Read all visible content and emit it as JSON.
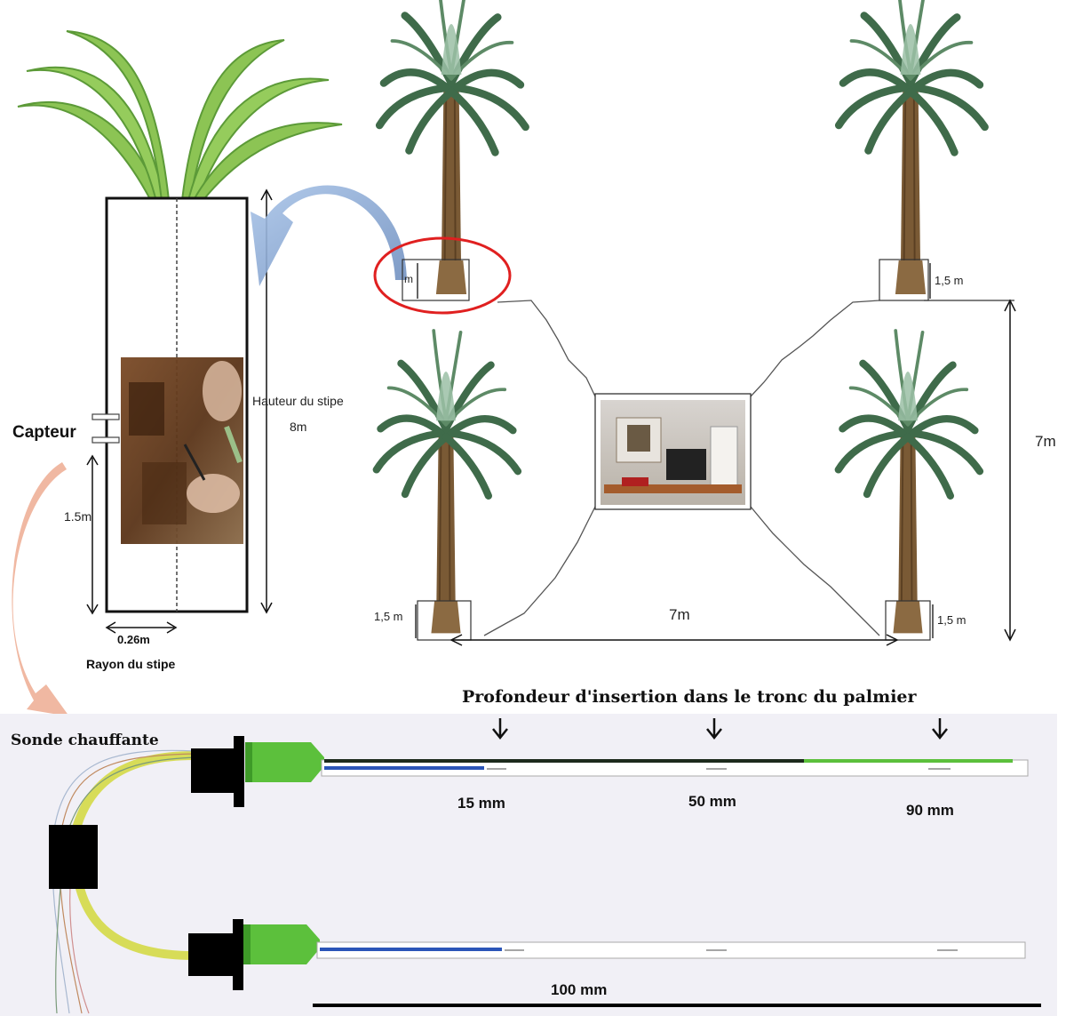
{
  "stipe": {
    "capteur_label": "Capteur",
    "height_label_line1": "Hauteur du stipe",
    "height_label_line2": "8m",
    "sensor_height_label": "1.5m",
    "radius_value_label": "0.26m",
    "radius_label": "Rayon du stipe"
  },
  "plot": {
    "tree_height_labels": [
      "m",
      "1,5 m",
      "1,5 m",
      "1,5 m"
    ],
    "spacing_horizontal": "7m",
    "spacing_vertical": "7m"
  },
  "probe": {
    "title": "Sonde chauffante",
    "depth_title": "Profondeur d'insertion dans le tronc du palmier",
    "depths": [
      "15 mm",
      "50 mm",
      "90 mm"
    ],
    "length_label": "100 mm"
  },
  "colors": {
    "frond": "#8cc454",
    "frond_dark": "#5c9a38",
    "palm_leaf": "#3f6b4a",
    "trunk": "#7a5a35",
    "probe_green": "#5cc03c",
    "cable_yellow": "#d7dc58",
    "blue_wire": "#2b55b8",
    "arrow_blue": "#8fb2e0",
    "arrow_salmon": "#eeb098",
    "red_circle": "#e02020",
    "panel_bg": "#f1f0f6"
  }
}
